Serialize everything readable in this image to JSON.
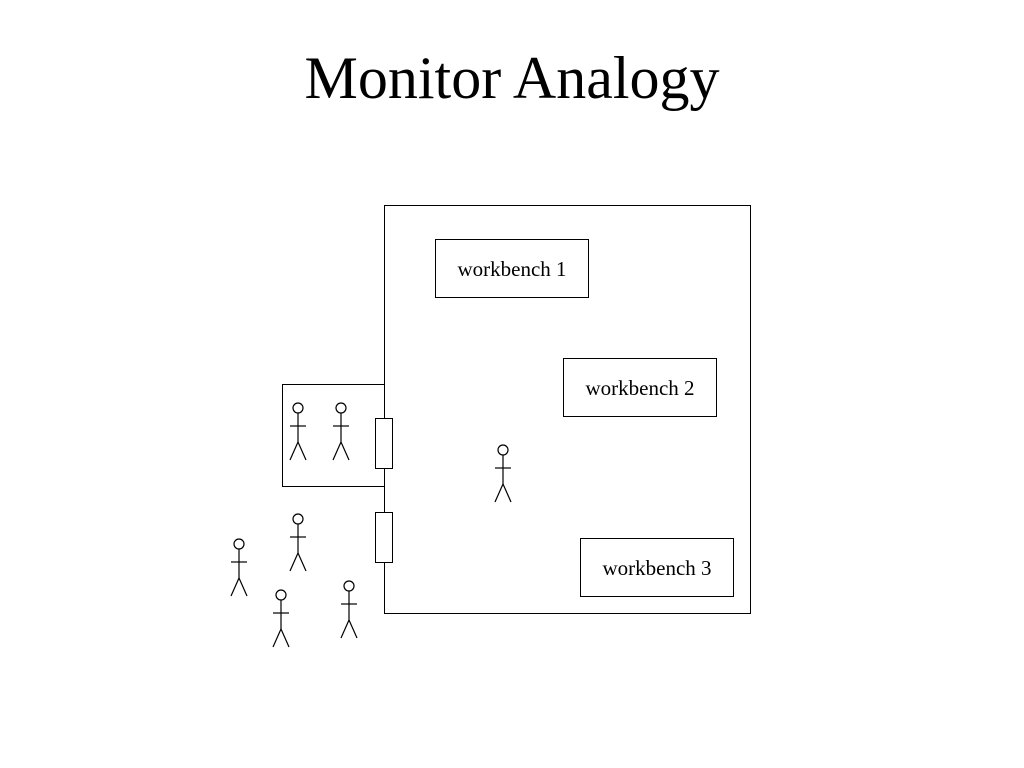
{
  "slide": {
    "title": "Monitor Analogy"
  },
  "diagram": {
    "workbenches": [
      {
        "label": "workbench 1"
      },
      {
        "label": "workbench 2"
      },
      {
        "label": "workbench 3"
      }
    ]
  }
}
